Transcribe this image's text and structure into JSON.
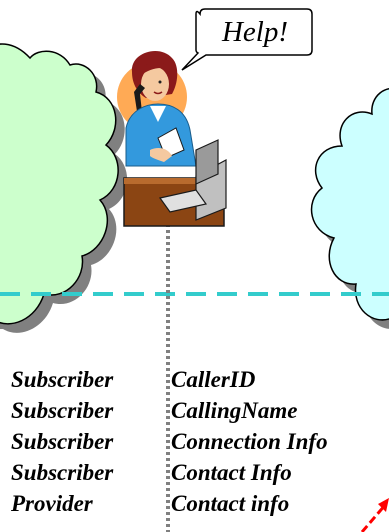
{
  "callout": {
    "text": "Help!"
  },
  "info_rows": [
    {
      "owner": "Subscriber",
      "item": "CallerID"
    },
    {
      "owner": "Subscriber",
      "item": "CallingName"
    },
    {
      "owner": "Subscriber",
      "item": "Connection Info"
    },
    {
      "owner": "Subscriber",
      "item": "Contact Info"
    },
    {
      "owner": "Provider",
      "item": "Contact info"
    }
  ],
  "colors": {
    "left_cloud": "#ccffcc",
    "right_cloud": "#ccffff",
    "cloud_shadow": "#808080",
    "dashed_line": "#33cccc",
    "dotted_line": "#808080",
    "arrow": "#ff0000"
  },
  "icons": {
    "person": "operator-on-phone-icon",
    "computer": "computer-terminal-icon"
  }
}
